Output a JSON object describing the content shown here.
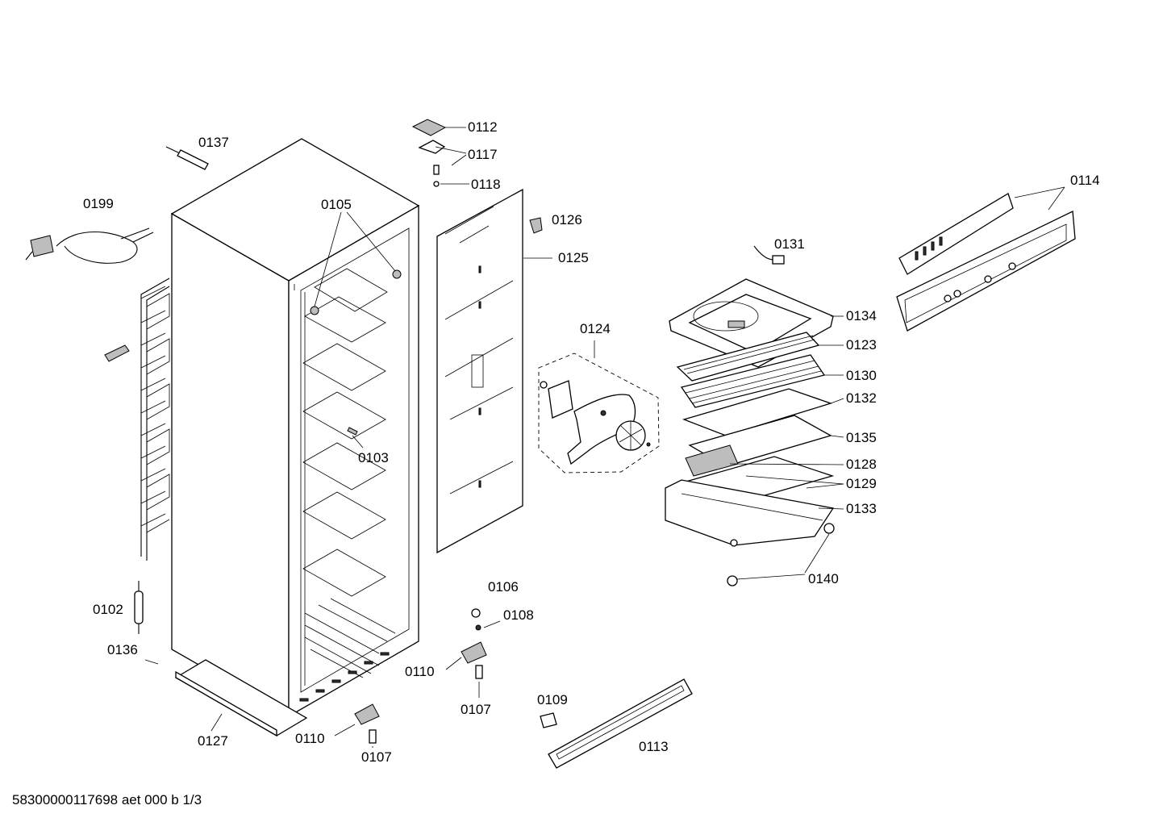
{
  "labels": {
    "l0137": "0137",
    "l0199": "0199",
    "l0105": "0105",
    "l0112": "0112",
    "l0117": "0117",
    "l0118": "0118",
    "l0126": "0126",
    "l0125": "0125",
    "l0114": "0114",
    "l0131": "0131",
    "l0134": "0134",
    "l0123": "0123",
    "l0130": "0130",
    "l0132": "0132",
    "l0124": "0124",
    "l0135": "0135",
    "l0128": "0128",
    "l0129": "0129",
    "l0133": "0133",
    "l0140": "0140",
    "l0103": "0103",
    "l0106": "0106",
    "l0108": "0108",
    "l0110a": "0110",
    "l0107a": "0107",
    "l0109": "0109",
    "l0113": "0113",
    "l0102": "0102",
    "l0136": "0136",
    "l0127": "0127",
    "l0110b": "0110",
    "l0107b": "0107"
  },
  "footer": "58300000117698 aet 000 b 1/3"
}
